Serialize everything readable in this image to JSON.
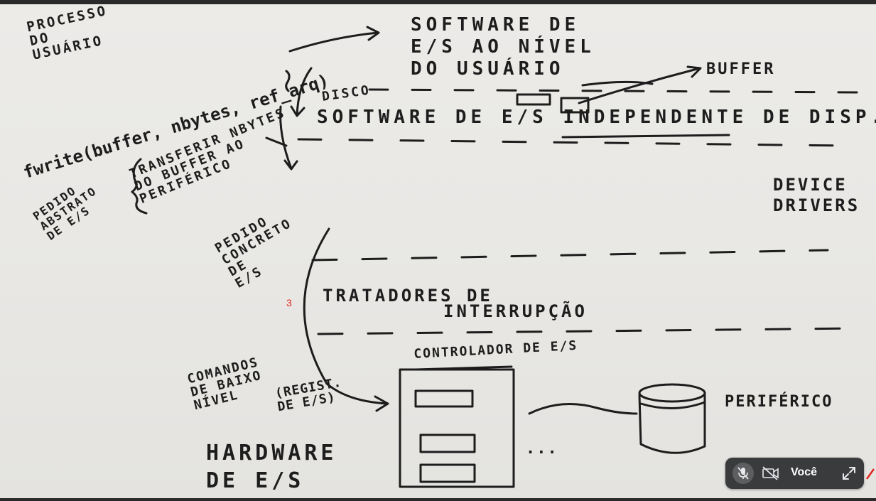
{
  "whiteboard": {
    "processo": "PROCESSO\nDO\nUSUÁRIO",
    "software_usuario": "SOFTWARE DE\nE/S AO NÍVEL\nDO USUÁRIO",
    "buffer": "BUFFER",
    "fwrite_call": "fwrite(buffer, nbytes, ref_arq)",
    "transferir": "TRANSFERIR NBYTES\nDO BUFFER AO\nPERIFÉRICO",
    "pedido_abstrato": "PEDIDO\nABSTRATO\nDE E/S",
    "disco": "DISCO",
    "software_independente": "SOFTWARE DE E/S INDEPENDENTE DE DISP.",
    "device_drivers": "DEVICE\nDRIVERS",
    "pedido_concreto": "PEDIDO\nCONCRETO\nDE\nE/S",
    "tratadores": "TRATADORES DE",
    "interrupcao": "INTERRUPÇÃO",
    "controlador": "CONTROLADOR DE E/S",
    "comandos": "COMANDOS\nDE BAIXO\nNÍVEL",
    "registradores": "(REGIST.\nDE E/S)",
    "hardware": "HARDWARE\nDE E/S",
    "periferico": "PERIFÉRICO",
    "ellipsis": "...",
    "page_marker": "3"
  },
  "call_controls": {
    "you_label": "Você",
    "mic_icon": "mic-off-icon",
    "camera_icon": "camera-off-icon",
    "expand_icon": "expand-icon"
  },
  "colors": {
    "ink": "#1d1d1d",
    "board": "#ebeae7",
    "control_bar": "#3a3b3d",
    "marker_red": "#e1261c"
  }
}
